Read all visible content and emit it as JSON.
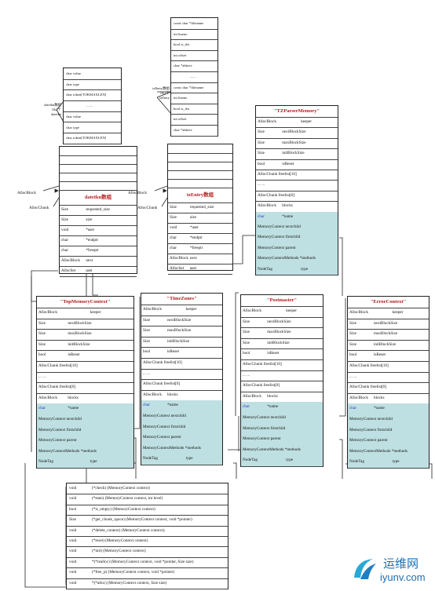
{
  "tz_list": {
    "rows": [
      "const char *filename",
      "int lineno",
      "bool is_dst",
      "int offset",
      "char *abbrev",
      ".......",
      "const char *filename",
      "int lineno",
      "bool is_dst",
      "int offset",
      "char *abbrev"
    ],
    "label": "tzEntry数组\n1&2个\ntzEntry"
  },
  "dt_list": {
    "rows": [
      "char value",
      "char type",
      "char token[TOKMAXLEN]",
      ".......",
      "char value",
      "char type",
      "char token[TOKMAXLEN]"
    ],
    "label": "datetkn数组\n1&2个\ndatetkn"
  },
  "datetkn_ctx": {
    "title": "datetkn数组",
    "alloc_block_label": "AllocBlock",
    "alloc_chunk_label": "AllocChunk",
    "rows": [
      [
        "Size",
        "requested_size"
      ],
      [
        "Size",
        "size"
      ],
      [
        "void",
        "*aset"
      ],
      [
        "char",
        "*endptr"
      ],
      [
        "char",
        "*freeptr"
      ],
      [
        "AllocBlock",
        "next"
      ],
      [
        "AllocSet",
        "aset"
      ]
    ]
  },
  "tzentry_ctx": {
    "title": "tzEntry数组",
    "alloc_block_label": "AllocBlock",
    "alloc_chunk_label": "AllocChunk",
    "rows": [
      [
        "Size",
        "requested_size"
      ],
      [
        "Size",
        "size"
      ],
      [
        "void",
        "*aset"
      ],
      [
        "char",
        "*endptr"
      ],
      [
        "char",
        "*freeptr"
      ],
      [
        "AllocBlock",
        "next"
      ],
      [
        "AllocSet",
        "aset"
      ]
    ]
  },
  "contexts": [
    {
      "title": "\"TZParserMemory\"",
      "rows": [
        [
          "AllocBlock",
          "keeper"
        ],
        [
          "Size",
          "nextBlockSize"
        ],
        [
          "Size",
          "maxBlockSize"
        ],
        [
          "Size",
          "initBlockSize"
        ],
        [
          "bool",
          "isReset"
        ],
        [
          "AllocChunk freelist[10]",
          ""
        ],
        [
          "... ...",
          ""
        ],
        [
          "AllocChunk freelist[0]",
          ""
        ],
        [
          "AllocBlock",
          "blocks"
        ],
        [
          "char",
          "*name"
        ],
        [
          "MemoryContext nextchild",
          ""
        ],
        [
          "MemoryContext firstchild",
          ""
        ],
        [
          "MemoryContext parent",
          ""
        ],
        [
          "MemoryContextMethods *methods",
          ""
        ],
        [
          "NodeTag",
          "type"
        ]
      ]
    },
    {
      "title": "\"TopMemoryContext\"",
      "rows": [
        [
          "AllocBlock",
          "keeper"
        ],
        [
          "Size",
          "nextBlockSize"
        ],
        [
          "Size",
          "maxBlockSize"
        ],
        [
          "Size",
          "initBlockSize"
        ],
        [
          "bool",
          "isReset"
        ],
        [
          "AllocChunk freelist[10]",
          ""
        ],
        [
          "... ...",
          ""
        ],
        [
          "AllocChunk freelist[0]",
          ""
        ],
        [
          "AllocBlock",
          "blocks"
        ],
        [
          "char",
          "*name"
        ],
        [
          "MemoryContext nextchild",
          ""
        ],
        [
          "MemoryContext firstchild",
          ""
        ],
        [
          "MemoryContext parent",
          ""
        ],
        [
          "MemoryContextMethods *methods",
          ""
        ],
        [
          "NodeTag",
          "type"
        ]
      ]
    },
    {
      "title": "\"TimeZones\"",
      "rows": [
        [
          "AllocBlock",
          "keeper"
        ],
        [
          "Size",
          "nextBlockSize"
        ],
        [
          "Size",
          "maxBlockSize"
        ],
        [
          "Size",
          "initBlockSize"
        ],
        [
          "bool",
          "isReset"
        ],
        [
          "AllocChunk freelist[10]",
          ""
        ],
        [
          "... ...",
          ""
        ],
        [
          "AllocChunk freelist[0]",
          ""
        ],
        [
          "AllocBlock",
          "blocks"
        ],
        [
          "char",
          "*name"
        ],
        [
          "MemoryContext nextchild",
          ""
        ],
        [
          "MemoryContext firstchild",
          ""
        ],
        [
          "MemoryContext parent",
          ""
        ],
        [
          "MemoryContextMethods *methods",
          ""
        ],
        [
          "NodeTag",
          "type"
        ]
      ]
    },
    {
      "title": "\"Postmaster\"",
      "rows": [
        [
          "AllocBlock",
          "keeper"
        ],
        [
          "Size",
          "nextBlockSize"
        ],
        [
          "Size",
          "maxBlockSize"
        ],
        [
          "Size",
          "initBlockSize"
        ],
        [
          "bool",
          "isReset"
        ],
        [
          "AllocChunk freelist[10]",
          ""
        ],
        [
          "... ...",
          ""
        ],
        [
          "AllocChunk freelist[0]",
          ""
        ],
        [
          "AllocBlock",
          "blocks"
        ],
        [
          "char",
          "*name"
        ],
        [
          "MemoryContext nextchild",
          ""
        ],
        [
          "MemoryContext firstchild",
          ""
        ],
        [
          "MemoryContext parent",
          ""
        ],
        [
          "MemoryContextMethods *methods",
          ""
        ],
        [
          "NodeTag",
          "type"
        ]
      ]
    },
    {
      "title": "\"ErrorContext\"",
      "rows": [
        [
          "AllocBlock",
          "keeper"
        ],
        [
          "Size",
          "nextBlockSize"
        ],
        [
          "Size",
          "maxBlockSize"
        ],
        [
          "Size",
          "initBlockSize"
        ],
        [
          "bool",
          "isReset"
        ],
        [
          "AllocChunk freelist[10]",
          ""
        ],
        [
          "... ...",
          ""
        ],
        [
          "AllocChunk freelist[0]",
          ""
        ],
        [
          "AllocBlock",
          "blocks"
        ],
        [
          "char",
          "*name"
        ],
        [
          "MemoryContext nextchild",
          ""
        ],
        [
          "MemoryContext firstchild",
          ""
        ],
        [
          "MemoryContext parent",
          ""
        ],
        [
          "MemoryContextMethods *methods",
          ""
        ],
        [
          "NodeTag",
          "type"
        ]
      ]
    }
  ],
  "methods": [
    [
      "void",
      "(*check) (MemoryContext context)"
    ],
    [
      "void",
      "(*stats) (MemoryContext context, int level)"
    ],
    [
      "bool",
      "(*is_empty) (MemoryContext context)"
    ],
    [
      "Size",
      "(*get_chunk_space) (MemoryContext context, void *pointer)"
    ],
    [
      "void",
      "(*delete_context) (MemoryContext context);"
    ],
    [
      "void",
      "(*reset) (MemoryContext context)"
    ],
    [
      "void",
      "(*init) (MemoryContext context)"
    ],
    [
      "void",
      "*(*realloc) (MemoryContext context, void *pointer, Size size)"
    ],
    [
      "void",
      "(*free_p) (MemoryContext context, void *pointer)"
    ],
    [
      "void",
      "*(*alloc) (MemoryContext context, Size size)"
    ]
  ],
  "watermark": {
    "cn": "运维网",
    "url": "iyunv.com"
  },
  "colors": {
    "teal": "#bfe0e2",
    "title_red": "#b31b1b",
    "name_blue": "#2233cc"
  }
}
